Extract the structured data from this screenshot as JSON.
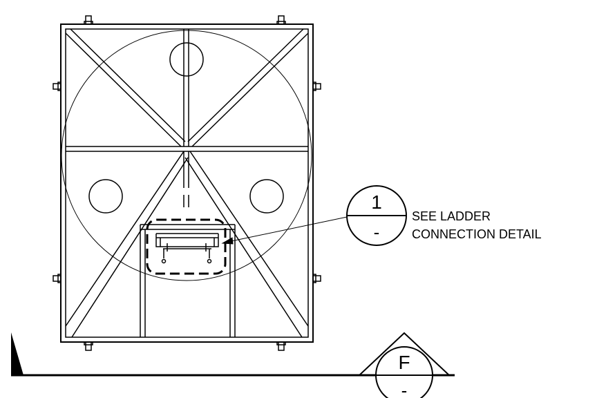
{
  "detail_callout": {
    "number": "1",
    "sheet": "-",
    "note_line1": "SEE LADDER",
    "note_line2": "CONNECTION DETAIL"
  },
  "section_marker": {
    "letter": "F",
    "sheet": "-"
  },
  "colors": {
    "line": "#000000",
    "background": "#ffffff"
  }
}
